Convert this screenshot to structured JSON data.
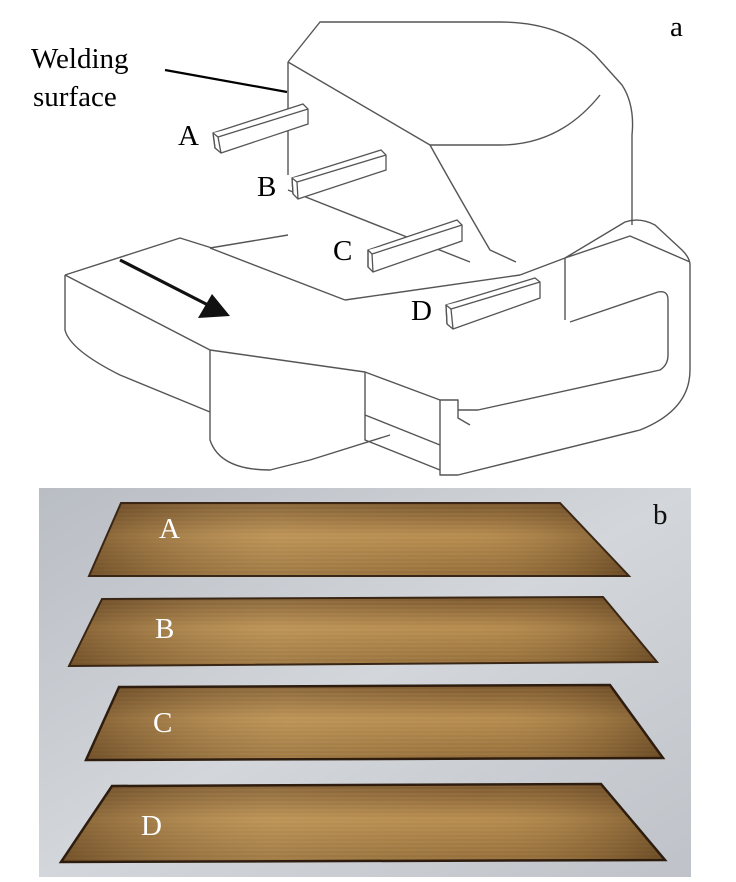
{
  "panel_a": {
    "letter": "a",
    "welding_label_line1": "Welding",
    "welding_label_line2": "surface",
    "markers": [
      "A",
      "B",
      "C",
      "D"
    ]
  },
  "panel_b": {
    "letter": "b",
    "strip_labels": [
      "A",
      "B",
      "C",
      "D"
    ]
  },
  "colors": {
    "line": "#555555",
    "photo_background": "#c9cdd3",
    "copper_dark": "#5a3c1c",
    "copper_light": "#c99e5e",
    "copper_mid": "#8e6a3c",
    "photo_label": "#ffffff"
  }
}
